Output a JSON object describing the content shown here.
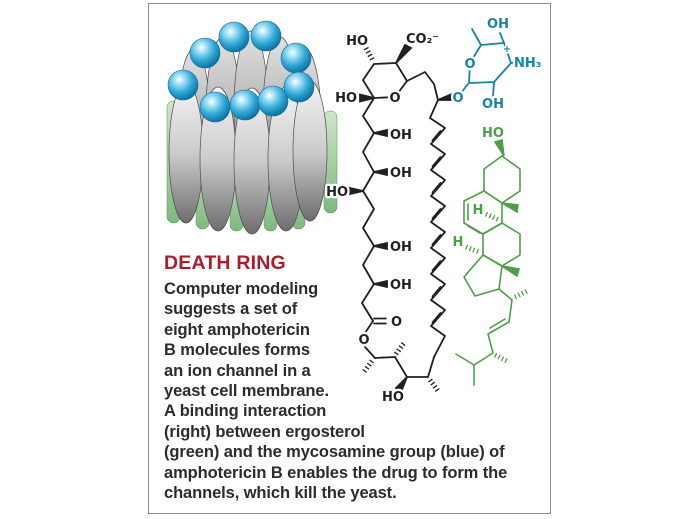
{
  "title": {
    "text": "DEATH RING",
    "color": "#b11b29"
  },
  "caption": {
    "color": "#2f2b28",
    "lines": [
      "Computer modeling",
      "suggests a set of",
      "eight amphotericin",
      "B molecules forms",
      "an ion channel in a",
      "yeast cell membrane.",
      "A binding interaction",
      "(right) between ergosterol",
      "(green) and the mycosamine group (blue) of",
      "amphotericin B enables the drug to form the",
      "channels, which kill the yeast."
    ]
  },
  "illustration": {
    "sphere_color": "#2aa7d8",
    "pod_color": "#c6c6c6",
    "rod_color": "#8fc493"
  },
  "structures": {
    "amphotericin": {
      "color": "#231f20",
      "labels": [
        "HO",
        "CO₂⁻",
        "HO",
        "O",
        "OH",
        "OH",
        "HO",
        "OH",
        "OH",
        "O",
        "O",
        "HO"
      ]
    },
    "mycosamine": {
      "color": "#1484ad",
      "labels": [
        "O",
        "O",
        "OH",
        "+",
        "NH₃",
        "OH"
      ]
    },
    "ergosterol": {
      "color": "#4f9e49",
      "labels": [
        "HO",
        "H",
        "H"
      ]
    }
  },
  "panel": {
    "border_color": "#8c8c8c",
    "background": "#ffffff"
  }
}
